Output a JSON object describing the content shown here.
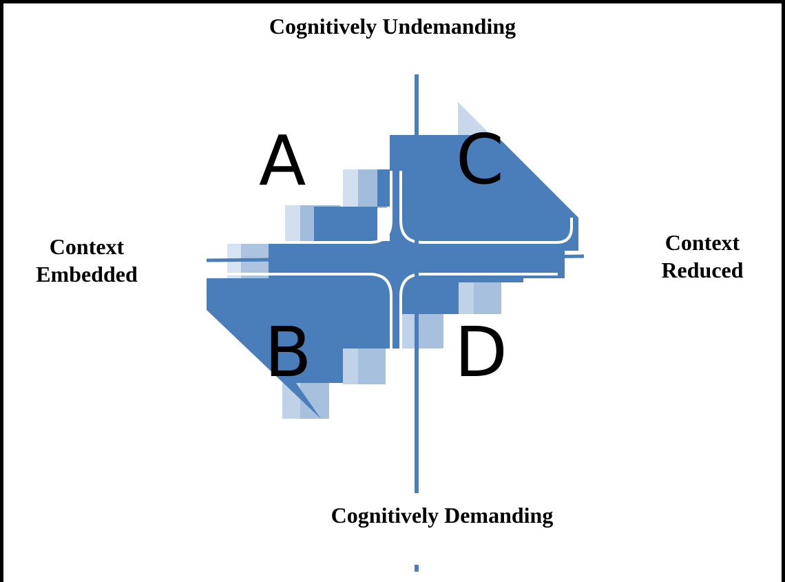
{
  "axes": {
    "top": "Cognitively Undemanding",
    "bottom": "Cognitively Demanding",
    "left_line1": "Context",
    "left_line2": "Embedded",
    "right_line1": "Context",
    "right_line2": "Reduced"
  },
  "quadrants": {
    "a": "A",
    "b": "B",
    "c": "C",
    "d": "D"
  },
  "colors": {
    "shape_fill": "#4a7ebb",
    "axis": "#4a7ebb",
    "frame": "#000000"
  }
}
